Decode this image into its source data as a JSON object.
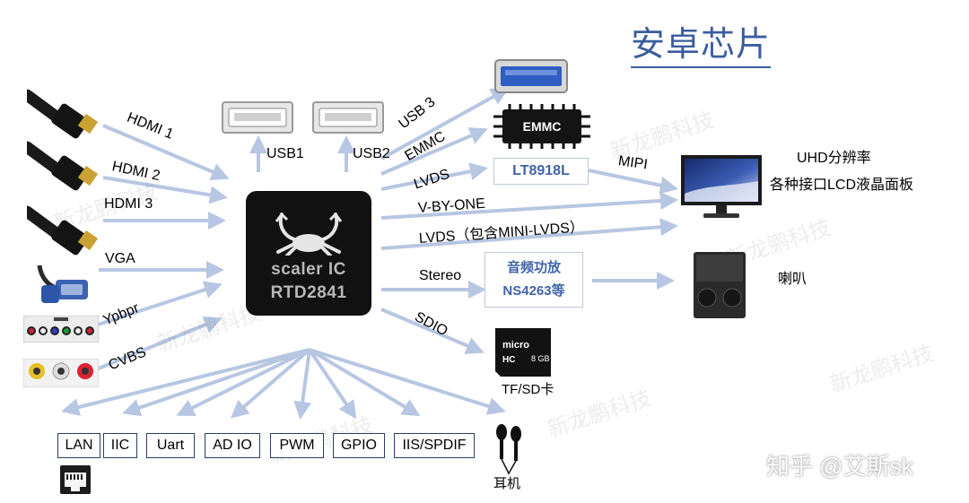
{
  "title": "安卓芯片",
  "chip": {
    "line1": "scaler IC",
    "line2": "RTD2841"
  },
  "inputs": {
    "hdmi1": "HDMI 1",
    "hdmi2": "HDMI 2",
    "hdmi3": "HDMI 3",
    "vga": "VGA",
    "ypbpr": "Ypbpr",
    "cvbs": "CVBS"
  },
  "usb": {
    "usb1": "USB1",
    "usb2": "USB2"
  },
  "outputs": {
    "usb3": "USB 3",
    "emmc_line": "EMMC",
    "emmc_chip": "EMMC",
    "lvds": "LVDS",
    "lt_chip": "LT8918L",
    "mipi": "MIPI",
    "vbyone": "V-BY-ONE",
    "lvds_mini": "LVDS（包含MINI-LVDS）",
    "stereo": "Stereo",
    "amp_line1": "音频功放",
    "amp_line2": "NS4263等",
    "sdio": "SDIO",
    "sd_caption": "TF/SD卡",
    "sd_card_text": "8 GB"
  },
  "display": {
    "line1": "UHD分辨率",
    "line2": "各种接口LCD液晶面板"
  },
  "speaker_label": "喇叭",
  "interfaces": [
    "LAN",
    "IIC",
    "Uart",
    "AD IO",
    "PWM",
    "GPIO",
    "IIS/SPDIF"
  ],
  "earphone_label": "耳机",
  "watermark": "新龙鹏科技",
  "credit": "知乎 @艾斯sk",
  "colors": {
    "arrow": "#b7c6e2",
    "title": "#3a5d9f",
    "box_text": "#3f64a8",
    "chip": "#111111"
  }
}
